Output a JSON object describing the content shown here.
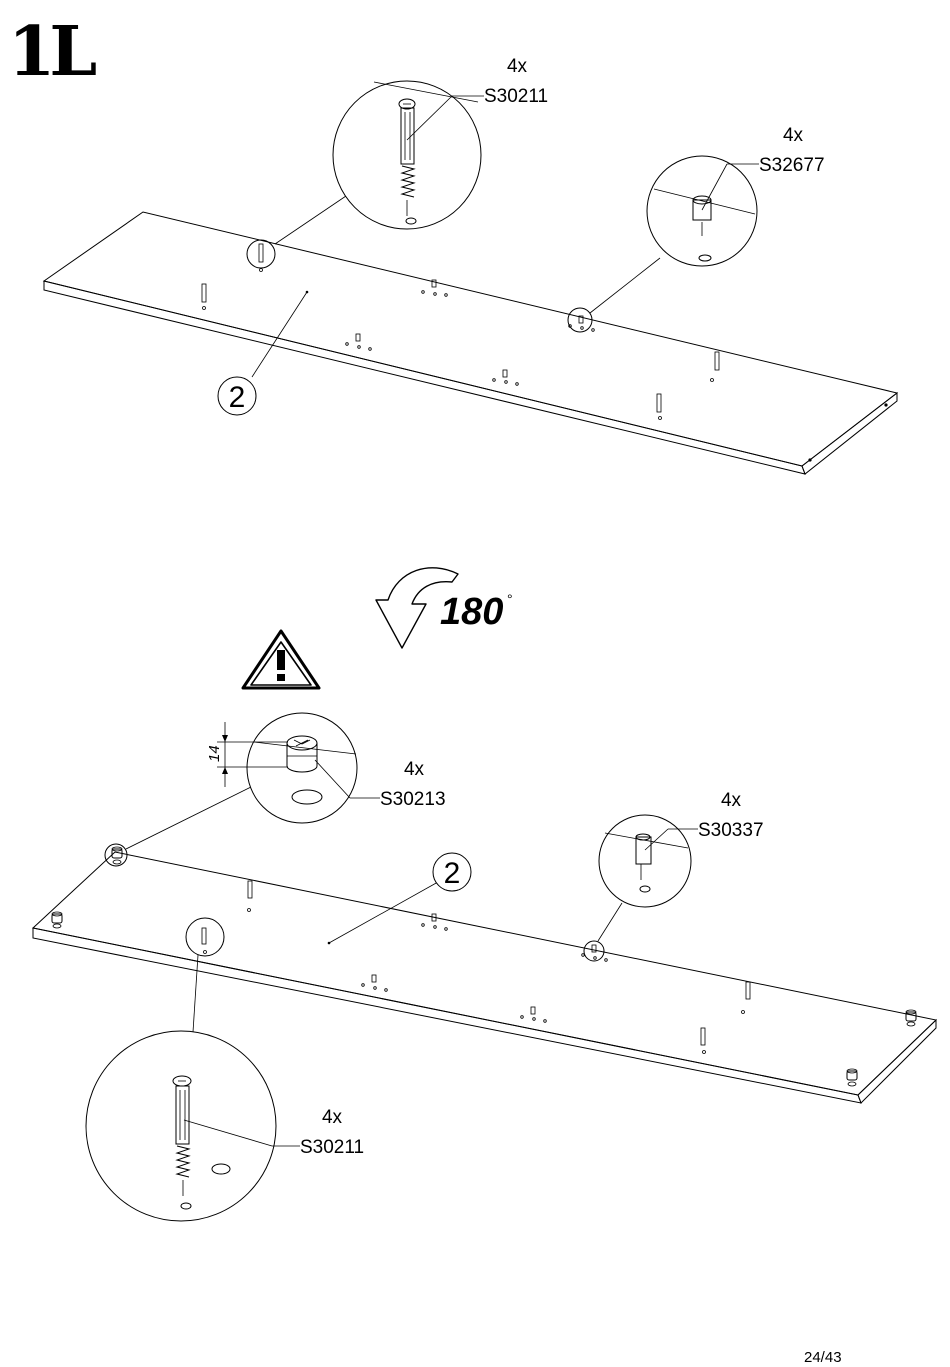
{
  "step": "1L",
  "page": "24/43",
  "rotation": {
    "value": "180",
    "unit": "°"
  },
  "top_view": {
    "panel_label": "2",
    "callouts": [
      {
        "qty": "4x",
        "part": "S30211",
        "icon": "cam-bolt-icon"
      },
      {
        "qty": "4x",
        "part": "S32677",
        "icon": "dowel-icon"
      }
    ]
  },
  "bottom_view": {
    "panel_label": "2",
    "warning_icon": "warning-triangle-icon",
    "dimension": "14",
    "callouts": [
      {
        "qty": "4x",
        "part": "S30213",
        "icon": "cam-lock-icon"
      },
      {
        "qty": "4x",
        "part": "S30337",
        "icon": "dowel-icon"
      },
      {
        "qty": "4x",
        "part": "S30211",
        "icon": "cam-bolt-icon"
      }
    ]
  }
}
